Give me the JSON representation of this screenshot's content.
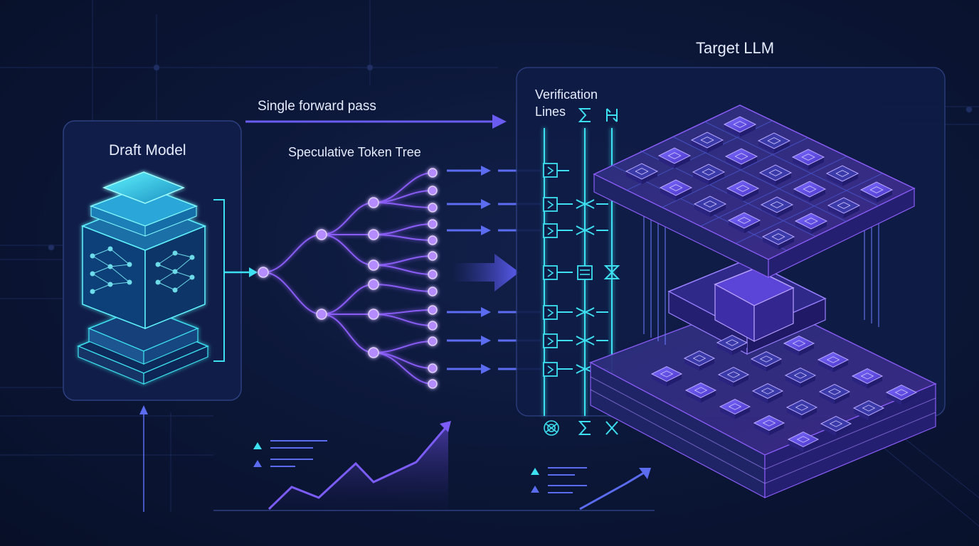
{
  "labels": {
    "draft_model": "Draft Model",
    "speculative_tree": "Speculative Token Tree",
    "forward_pass": "Single forward pass",
    "verification_lines": "Verification Lines",
    "target_llm": "Target LLM"
  },
  "colors": {
    "background": "#0b1636",
    "cyan": "#3de0f0",
    "purple": "#8a5cf6",
    "arrow": "#5b6cf0",
    "text": "#e6ecff"
  },
  "icons": [
    "sigma-icon",
    "hourglass-icon",
    "swap-icon",
    "network-icon"
  ]
}
